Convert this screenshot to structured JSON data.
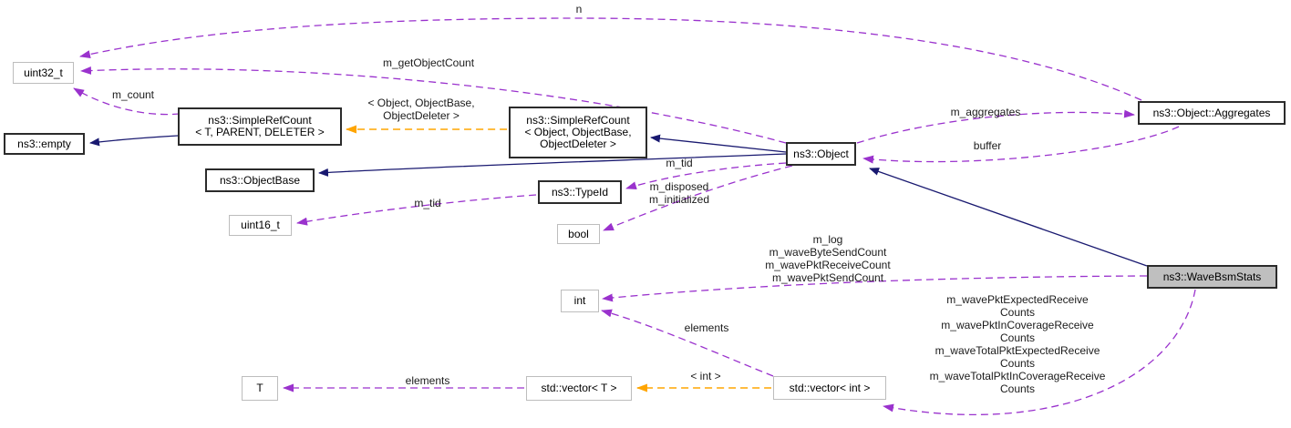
{
  "diagram": {
    "kind": "collaboration-graph",
    "nodes": {
      "uint32_t": {
        "label": "uint32_t"
      },
      "empty": {
        "label": "ns3::empty"
      },
      "simpleref_t": {
        "label": "ns3::SimpleRefCount\n< T, PARENT, DELETER >"
      },
      "objectbase": {
        "label": "ns3::ObjectBase"
      },
      "uint16_t": {
        "label": "uint16_t"
      },
      "simpleref_obj": {
        "label": "ns3::SimpleRefCount\n< Object, ObjectBase,\nObjectDeleter >"
      },
      "typeid": {
        "label": "ns3::TypeId"
      },
      "bool": {
        "label": "bool"
      },
      "int": {
        "label": "int"
      },
      "object": {
        "label": "ns3::Object"
      },
      "aggregates": {
        "label": "ns3::Object::Aggregates"
      },
      "wavebsmstats": {
        "label": "ns3::WaveBsmStats"
      },
      "t": {
        "label": "T"
      },
      "vector_t": {
        "label": "std::vector< T >"
      },
      "vector_int": {
        "label": "std::vector< int >"
      }
    },
    "edge_labels": {
      "n": "n",
      "m_get_object_count": "m_getObjectCount",
      "m_count": "m_count",
      "template_object": "< Object, ObjectBase,\nObjectDeleter >",
      "m_aggregates": "m_aggregates",
      "buffer": "buffer",
      "m_tid_object": "m_tid",
      "m_disposed": "m_disposed\nm_initialized",
      "m_tid_typeid": "m_tid",
      "m_log_group": "m_log\nm_waveByteSendCount\nm_wavePktReceiveCount\nm_wavePktSendCount",
      "counts_group": "m_wavePktExpectedReceive\nCounts\nm_wavePktInCoverageReceive\nCounts\nm_waveTotalPktExpectedReceive\nCounts\nm_waveTotalPktInCoverageReceive\nCounts",
      "elements_int": "elements",
      "elements_t": "elements",
      "template_int": "< int >"
    },
    "colors": {
      "inheritance": "#191970",
      "usage": "#9a32cd",
      "template": "#ffa500",
      "documented_border": "#2b2b2b",
      "undocumented_border": "#bdbdbd",
      "current_node_fill": "#bfbfbf"
    }
  }
}
